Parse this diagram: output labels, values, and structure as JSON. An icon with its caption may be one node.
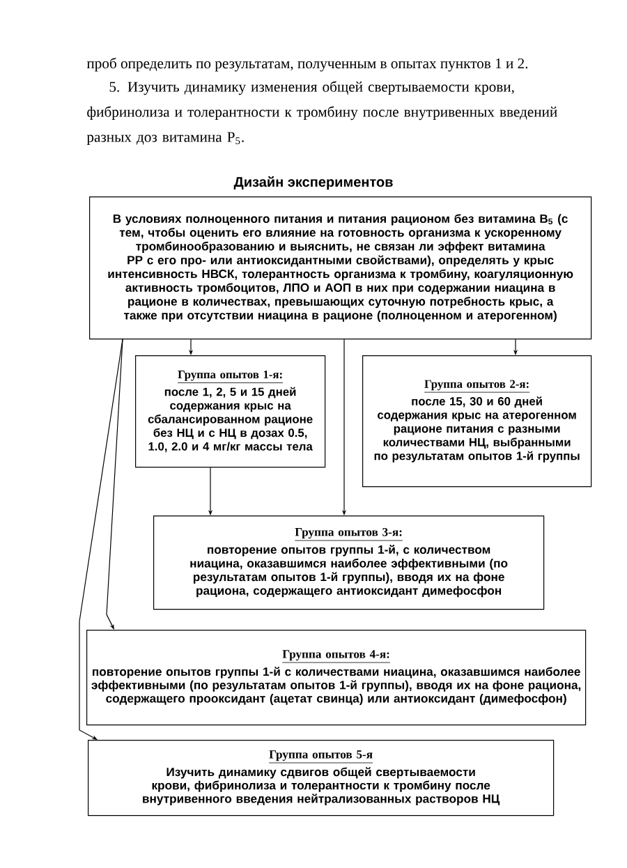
{
  "diagram": {
    "title": "Дизайн экспериментов",
    "nodes": [
      {
        "text": [
          "В условиях полноценного питания и питания рационом без витамина B$_{5}$ (с тем, чтобы оценить его влияние на готовность организма к ускоренному тромбинообразованию и выяснить, не связан ли эффект витамина PP с его про- или антиоксидантными свойствами), определять у крыс интенсивность НВСК, толерантность организма к тромбину, коагуляционную активность тромбоцитов, ЛПО и АОП в них при содержании ниацина в рационе в количествах, превышающих суточную потребность крыс, а также при отсутствии ниацина в рационе (полноценном и атерогенном)"
        ]
      },
      {
        "text": [
          "Группа опытов 1-я:",
          "после 1, 2, 5 и 15 дней содержания крыс на сбалансированном рационе без НЦ и с НЦ в дозах 0.5, 1.0, 2.0 и 4 мг/кг массы тела"
        ]
      },
      {
        "text": [
          "Группа опытов 2-я:",
          "после 15, 30 и 60 дней содержания крыс на атерогенном рационе питания с разными количествами НЦ, выбранными по результатам опытов 1-й группы"
        ]
      },
      {
        "text": [
          "Группа опытов 3-я:",
          "повторение опытов группы 1-й, с количеством ниацина, оказавшимся наиболее эффективными (по результатам опытов 1-й группы), вводя их на фоне рациона, содержащего антиоксидант димефосфон"
        ]
      },
      {
        "text": [
          "Группа опытов 4-я:",
          "повторение опытов группы 1-й с количествами ниацина, оказавшимся наиболее эффективными (по результатам опытов 1-й группы), вводя их на фоне рациона, содержащего прооксидант (ацетат свинца) или антиоксидант (димефосфон)"
        ]
      },
      {
        "text": [
          "Группа опытов 5-я",
          "Изучить динамику сдвигов общей свертываемости крови, фибринолиза и толерантности к тромбину после внутривенного введения нейтрализованных растворов НЦ"
        ]
      }
    ],
    "edges": [
      {
        "from": 0,
        "to": 1,
        "arrow": "to"
      },
      {
        "from": 0,
        "to": 2,
        "arrow": "to"
      },
      {
        "from": 1,
        "to": 3,
        "arrow": "to"
      },
      {
        "from": 0,
        "to": 3,
        "arrow": "to"
      },
      {
        "from": 0,
        "to": 4,
        "arrow": "to"
      },
      {
        "from": 0,
        "to": 5,
        "arrow": "to"
      }
    ],
    "labels": [
      "проб определить по результатам, полученным в опытах пунктов 1 и 2.",
      "5. Изучить динамику изменения общей свертываемости крови, фибринолиза и толерантности к тромбину после внутривенных введений разных доз витамина P$_{5}$."
    ]
  }
}
